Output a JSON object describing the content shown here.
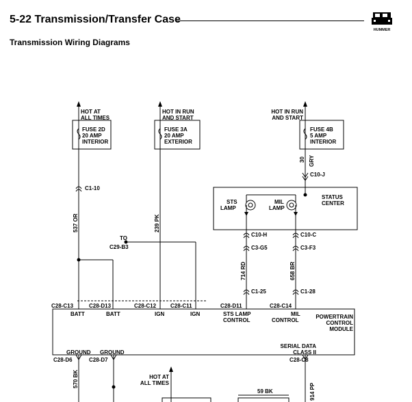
{
  "header": {
    "section_title": "5-22   Transmission/Transfer Case",
    "page_subtitle": "Transmission Wiring Diagrams",
    "logo_text": "HUMMER"
  },
  "diagram": {
    "sources": {
      "hot_at_all_times": [
        "HOT AT",
        "ALL TIMES"
      ],
      "hot_in_run_start_1": [
        "HOT IN RUN",
        "AND START"
      ],
      "hot_in_run_start_2": [
        "HOT IN RUN",
        "AND START"
      ],
      "hot_at_all_times_2": [
        "HOT AT",
        "ALL TIMES"
      ]
    },
    "fuses": {
      "fuse_2d": [
        "FUSE 2D",
        "20 AMP",
        "INTERIOR"
      ],
      "fuse_3a": [
        "FUSE 3A",
        "20 AMP",
        "EXTERIOR"
      ],
      "fuse_4b": [
        "FUSE 4B",
        "5 AMP",
        "INTERIOR"
      ]
    },
    "wires": {
      "w537": "537 OR",
      "w239": "239 PK",
      "w30": "30",
      "w30_color": "GRY",
      "w714": "714 RD",
      "w658": "658 BR",
      "w570": "570 BK",
      "w59": "59 BK",
      "w914": "914 PP"
    },
    "connectors": {
      "c1_10": "C1-10",
      "c10_j": "C10-J",
      "c10_h": "C10-H",
      "c10_c": "C10-C",
      "c3_g5": "C3-G5",
      "c3_f3": "C3-F3",
      "c1_25": "C1-25",
      "c1_28": "C1-28",
      "to": "TO",
      "c29_b3": "C29-B3"
    },
    "status_center": {
      "title": [
        "STATUS",
        "CENTER"
      ],
      "sts_lamp": [
        "STS",
        "LAMP"
      ],
      "mil_lamp": [
        "MIL",
        "LAMP"
      ]
    },
    "pcm": {
      "title": [
        "POWERTRAIN",
        "CONTROL",
        "MODULE"
      ],
      "pins": {
        "c28_c13": "C28-C13",
        "c28_d13": "C28-D13",
        "c28_c12": "C28-C12",
        "c28_c11": "C28-C11",
        "c28_d11": "C28-D11",
        "c28_c14": "C28-C14",
        "c28_d6": "C28-D6",
        "c28_d7": "C28-D7",
        "c28_c8": "C28-C8"
      },
      "labels": {
        "batt1": "BATT",
        "batt2": "BATT",
        "ign1": "IGN",
        "ign2": "IGN",
        "sts_lamp_control": [
          "STS LAMP",
          "CONTROL"
        ],
        "mil_control": [
          "MIL",
          "CONTROL"
        ],
        "ground1": "GROUND",
        "ground2": "GROUND",
        "serial_data": [
          "SERIAL DATA",
          "CLASS II"
        ]
      }
    }
  }
}
